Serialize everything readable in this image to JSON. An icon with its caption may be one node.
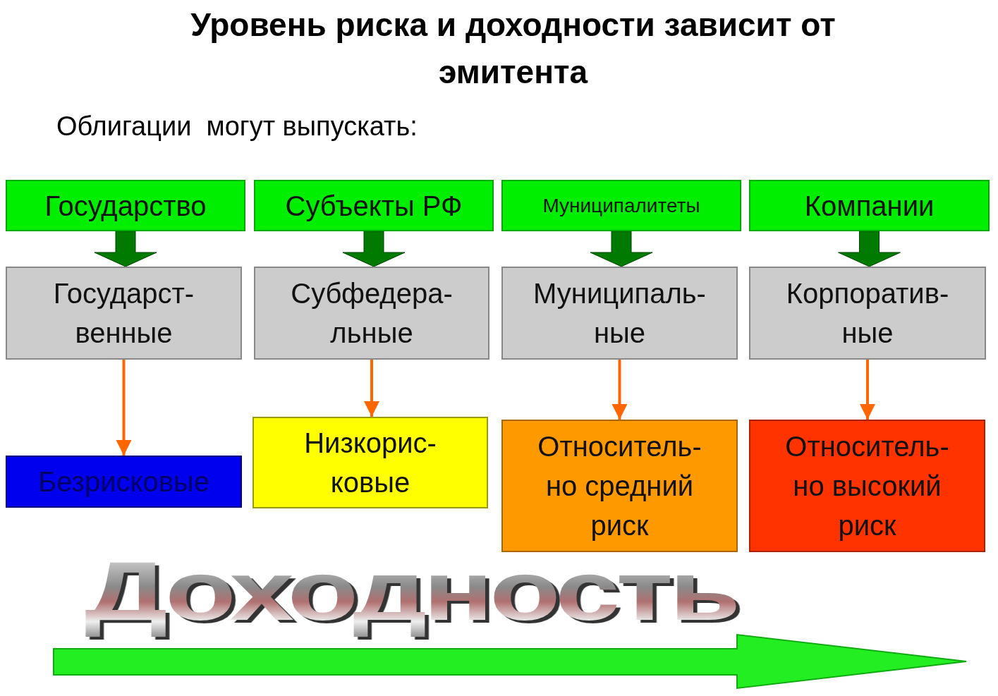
{
  "diagram": {
    "title": "Уровень риска и доходности зависит от эмитента",
    "nodes": [
      {
        "text": [
          "Государство"
        ]
      },
      {
        "text": [
          "Субъекты РФ"
        ]
      },
      {
        "text": [
          "Муниципалитеты"
        ]
      },
      {
        "text": [
          "Компании"
        ]
      },
      {
        "text": [
          "Государст- венные"
        ]
      },
      {
        "text": [
          "Субфедера- льные"
        ]
      },
      {
        "text": [
          "Муниципаль- ные"
        ]
      },
      {
        "text": [
          "Корпоратив- ные"
        ]
      },
      {
        "text": [
          "Безрисковые"
        ]
      },
      {
        "text": [
          "Низкорис- ковые"
        ]
      },
      {
        "text": [
          "Относитель- но средний риск"
        ]
      },
      {
        "text": [
          "Относитель- но высокий риск"
        ]
      }
    ],
    "edges": [
      {
        "from": 0,
        "to": 4,
        "arrow": "to",
        "style": "thick",
        "color": "#007a00"
      },
      {
        "from": 1,
        "to": 5,
        "arrow": "to",
        "style": "thick",
        "color": "#007a00"
      },
      {
        "from": 2,
        "to": 6,
        "arrow": "to",
        "style": "thick",
        "color": "#007a00"
      },
      {
        "from": 3,
        "to": 7,
        "arrow": "to",
        "style": "thick",
        "color": "#007a00"
      },
      {
        "from": 4,
        "to": 8,
        "arrow": "to"
      },
      {
        "from": 5,
        "to": 9,
        "arrow": "to"
      },
      {
        "from": 6,
        "to": 10,
        "arrow": "to"
      },
      {
        "from": 7,
        "to": 11,
        "arrow": "to"
      }
    ],
    "labels": [
      "Облигации  могут выпускать:",
      "Доходность"
    ]
  }
}
